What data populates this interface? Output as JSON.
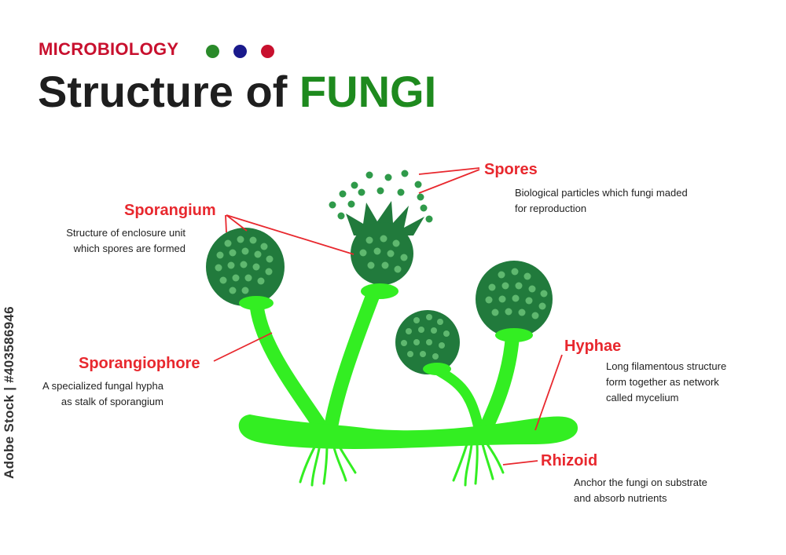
{
  "header": {
    "subject": "MICROBIOLOGY",
    "title_main": "Structure of",
    "title_accent": "FUNGI",
    "dots": [
      "#2a8a2a",
      "#1a1a8c",
      "#c8102e"
    ]
  },
  "labels": {
    "spores": {
      "title": "Spores",
      "desc": [
        "Biological particles which fungi maded",
        "for reproduction"
      ]
    },
    "sporangium": {
      "title": "Sporangium",
      "desc": [
        "Structure of enclosure unit",
        "which spores are formed"
      ]
    },
    "sporangiophore": {
      "title": "Sporangiophore",
      "desc": [
        "A specialized fungal hypha",
        "as stalk of sporangium"
      ]
    },
    "hyphae": {
      "title": "Hyphae",
      "desc": [
        "Long filamentous structure",
        "form together as network",
        "called mycelium"
      ]
    },
    "rhizoid": {
      "title": "Rhizoid",
      "desc": [
        "Anchor the fungi on substrate",
        "and absorb nutrients"
      ]
    }
  },
  "watermark": "Adobe Stock | #403586946",
  "colors": {
    "hypha": "#33ee22",
    "sporangium": "#217a3c",
    "spore": "#5fb86f",
    "label": "#e8282e",
    "leader_line": "#e8282e"
  }
}
